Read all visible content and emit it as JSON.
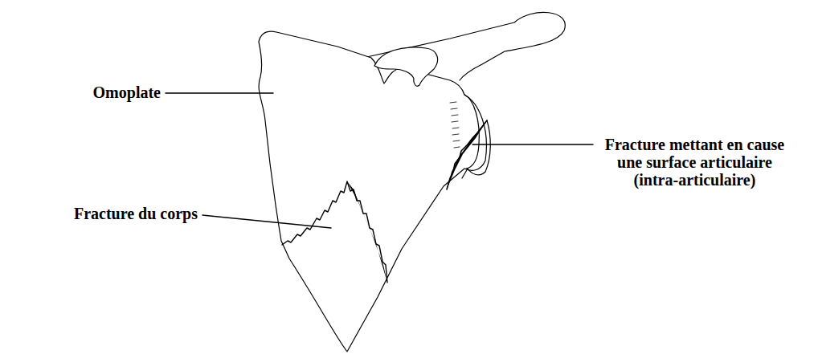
{
  "diagram": {
    "labels": [
      "Omoplate",
      "Fracture du corps",
      "Fracture mettant en cause une surface articulaire (intra-articulaire)"
    ]
  }
}
